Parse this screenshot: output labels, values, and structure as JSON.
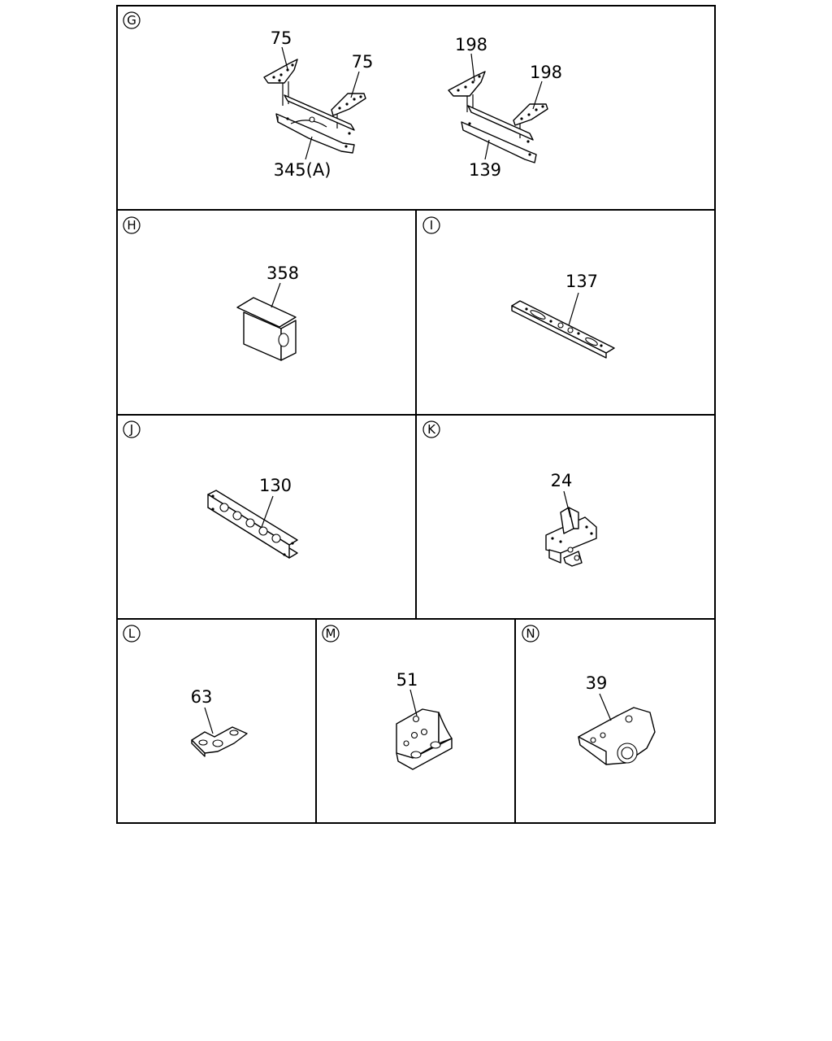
{
  "sections": {
    "g": {
      "letter": "G",
      "callouts": [
        "75",
        "75",
        "345(A)",
        "198",
        "198",
        "139"
      ]
    },
    "h": {
      "letter": "H",
      "callouts": [
        "358"
      ]
    },
    "i": {
      "letter": "I",
      "callouts": [
        "137"
      ]
    },
    "j": {
      "letter": "J",
      "callouts": [
        "130"
      ]
    },
    "k": {
      "letter": "K",
      "callouts": [
        "24"
      ]
    },
    "l": {
      "letter": "L",
      "callouts": [
        "63"
      ]
    },
    "m": {
      "letter": "M",
      "callouts": [
        "51"
      ]
    },
    "n": {
      "letter": "N",
      "callouts": [
        "39"
      ]
    }
  }
}
